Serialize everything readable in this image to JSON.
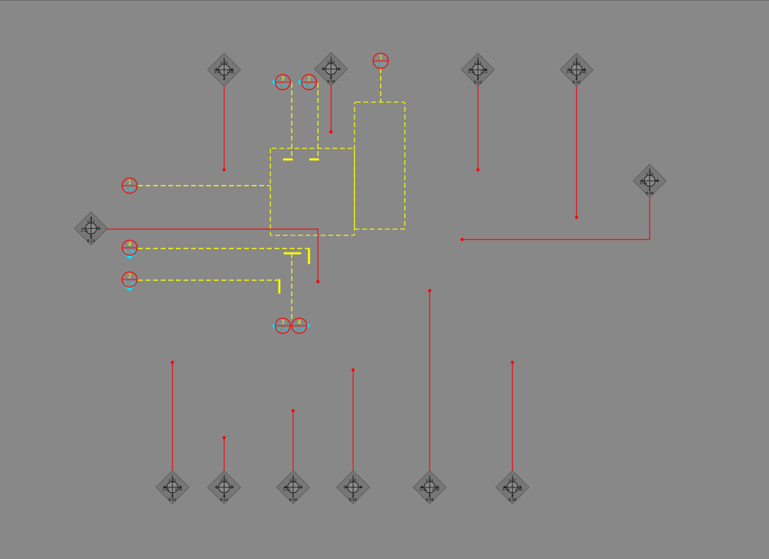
{
  "colors": {
    "background": "#888888",
    "wire": "#ff0000",
    "dash": "#ffff00",
    "marker_ring": "#ff0000",
    "marker_accent": "#00e5ff",
    "marker_text_top": "#ffff00",
    "marker_text_bottom": "#00e5ff",
    "node_body": "#777777",
    "node_ink": "#000000"
  },
  "nodes": [
    {
      "id": "n01",
      "pins": [
        "1",
        "3",
        "4",
        "2"
      ],
      "labels": [
        "E-03",
        "E-05",
        "E-06"
      ],
      "caption": ""
    },
    {
      "id": "n02",
      "pins": [
        "1",
        "3",
        "4",
        "2"
      ],
      "labels": [
        "E-09",
        "",
        ""
      ],
      "caption": "E-09"
    },
    {
      "id": "n03",
      "pins": [
        "1",
        "3",
        "4",
        "2"
      ],
      "labels": [
        "E-11",
        "E-11",
        "E-11"
      ],
      "caption": "E-11"
    },
    {
      "id": "n04",
      "pins": [
        "3",
        "1",
        "4",
        "2"
      ],
      "labels": [
        "E-15",
        "E-15",
        "E-16"
      ],
      "caption": "E-15"
    },
    {
      "id": "n05",
      "pins": [
        "3",
        "2",
        "4",
        "1"
      ],
      "labels": [
        "E-08",
        "E-08",
        ""
      ],
      "caption": "E-08"
    },
    {
      "id": "n06",
      "pins": [
        "4",
        "",
        "5",
        "3"
      ],
      "labels": [
        "E-13",
        "E-13",
        ""
      ],
      "caption": "E-13"
    },
    {
      "id": "n07",
      "pins": [
        "1",
        "4",
        "3",
        "2"
      ],
      "labels": [
        "E-02",
        "E-01",
        "E-03"
      ],
      "caption": "E-01"
    },
    {
      "id": "n08",
      "pins": [
        "2",
        "1",
        "3",
        "4"
      ],
      "labels": [
        "E-02",
        "",
        ""
      ],
      "caption": "E-02"
    },
    {
      "id": "n09",
      "pins": [
        "2",
        "4",
        "3",
        "1"
      ],
      "labels": [
        "E-02",
        "E-04",
        ""
      ],
      "caption": "E-04"
    },
    {
      "id": "n10",
      "pins": [
        "1",
        "3",
        "4",
        "2"
      ],
      "labels": [
        "E-05",
        "",
        ""
      ],
      "caption": "E-05"
    },
    {
      "id": "n11",
      "pins": [
        "1",
        "4",
        "3",
        "2"
      ],
      "labels": [
        "E-04",
        "E-06",
        "E-06"
      ],
      "caption": "E-06"
    },
    {
      "id": "n12",
      "pins": [
        "1",
        "4",
        "3",
        "2"
      ],
      "labels": [
        "E-07",
        "E-08",
        "E-08"
      ],
      "caption": "E-08"
    }
  ],
  "markers": [
    {
      "id": "m01",
      "num": "3",
      "label": "E-10",
      "accent": "left"
    },
    {
      "id": "m02",
      "num": "2",
      "label": "E-10",
      "accent": "left"
    },
    {
      "id": "m03",
      "num": "1",
      "label": "E-10",
      "accent": "none"
    },
    {
      "id": "m04",
      "num": "1",
      "label": "E-14",
      "accent": "none"
    },
    {
      "id": "m05",
      "num": "4",
      "label": "E-08",
      "accent": "bottom"
    },
    {
      "id": "m06",
      "num": "2",
      "label": "E-09",
      "accent": "bottom"
    },
    {
      "id": "m07",
      "num": "3",
      "label": "E-13",
      "accent": "left"
    },
    {
      "id": "m08",
      "num": "4",
      "label": "E-13",
      "accent": "right"
    }
  ]
}
